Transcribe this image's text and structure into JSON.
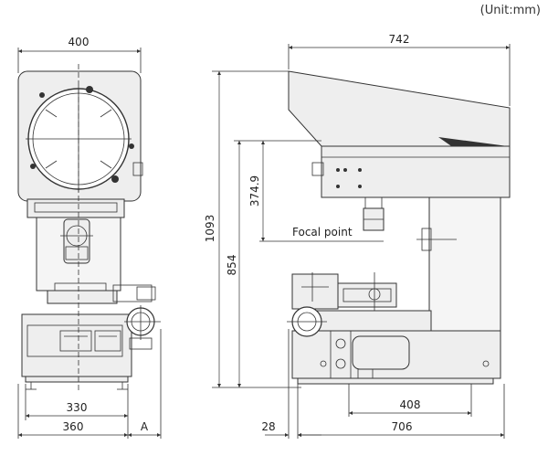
{
  "unit_label": "(Unit:mm)",
  "front": {
    "width_top": "400",
    "base_inner": "330",
    "base_outer": "360",
    "offset_label": "A"
  },
  "side": {
    "width_top": "742",
    "height_total": "1093",
    "height_focal": "854",
    "screen_to_focal": "374.9",
    "focal_label": "Focal point",
    "stage_depth": "408",
    "left_offset": "28",
    "base_depth": "706"
  },
  "colors": {
    "line": "#333333",
    "fill": "#eeeeee"
  }
}
